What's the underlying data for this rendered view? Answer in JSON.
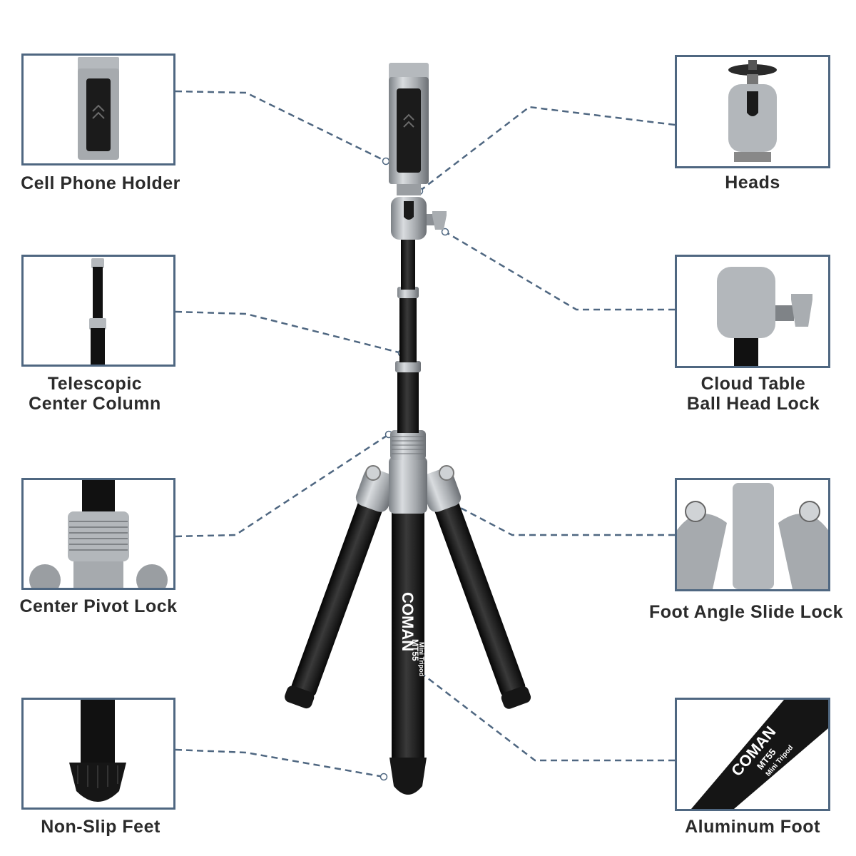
{
  "callouts": {
    "cell_phone_holder": "Cell Phone Holder",
    "heads": "Heads",
    "telescopic_column": "Telescopic\nCenter Column",
    "ball_head_lock": "Cloud Table\nBall Head Lock",
    "center_pivot_lock": "Center Pivot Lock",
    "foot_angle_lock": "Foot Angle Slide Lock",
    "non_slip_feet": "Non-Slip Feet",
    "aluminum_foot": "Aluminum Foot"
  },
  "brand": {
    "name": "COMAN",
    "model": "MT55",
    "subtitle": "Mini Tripod"
  },
  "colors": {
    "frame": "#4f6781",
    "leader": "#4f6781",
    "label_text": "#2b2b2b",
    "tripod_black": "#141414",
    "tripod_silver": "#a9adb1"
  }
}
